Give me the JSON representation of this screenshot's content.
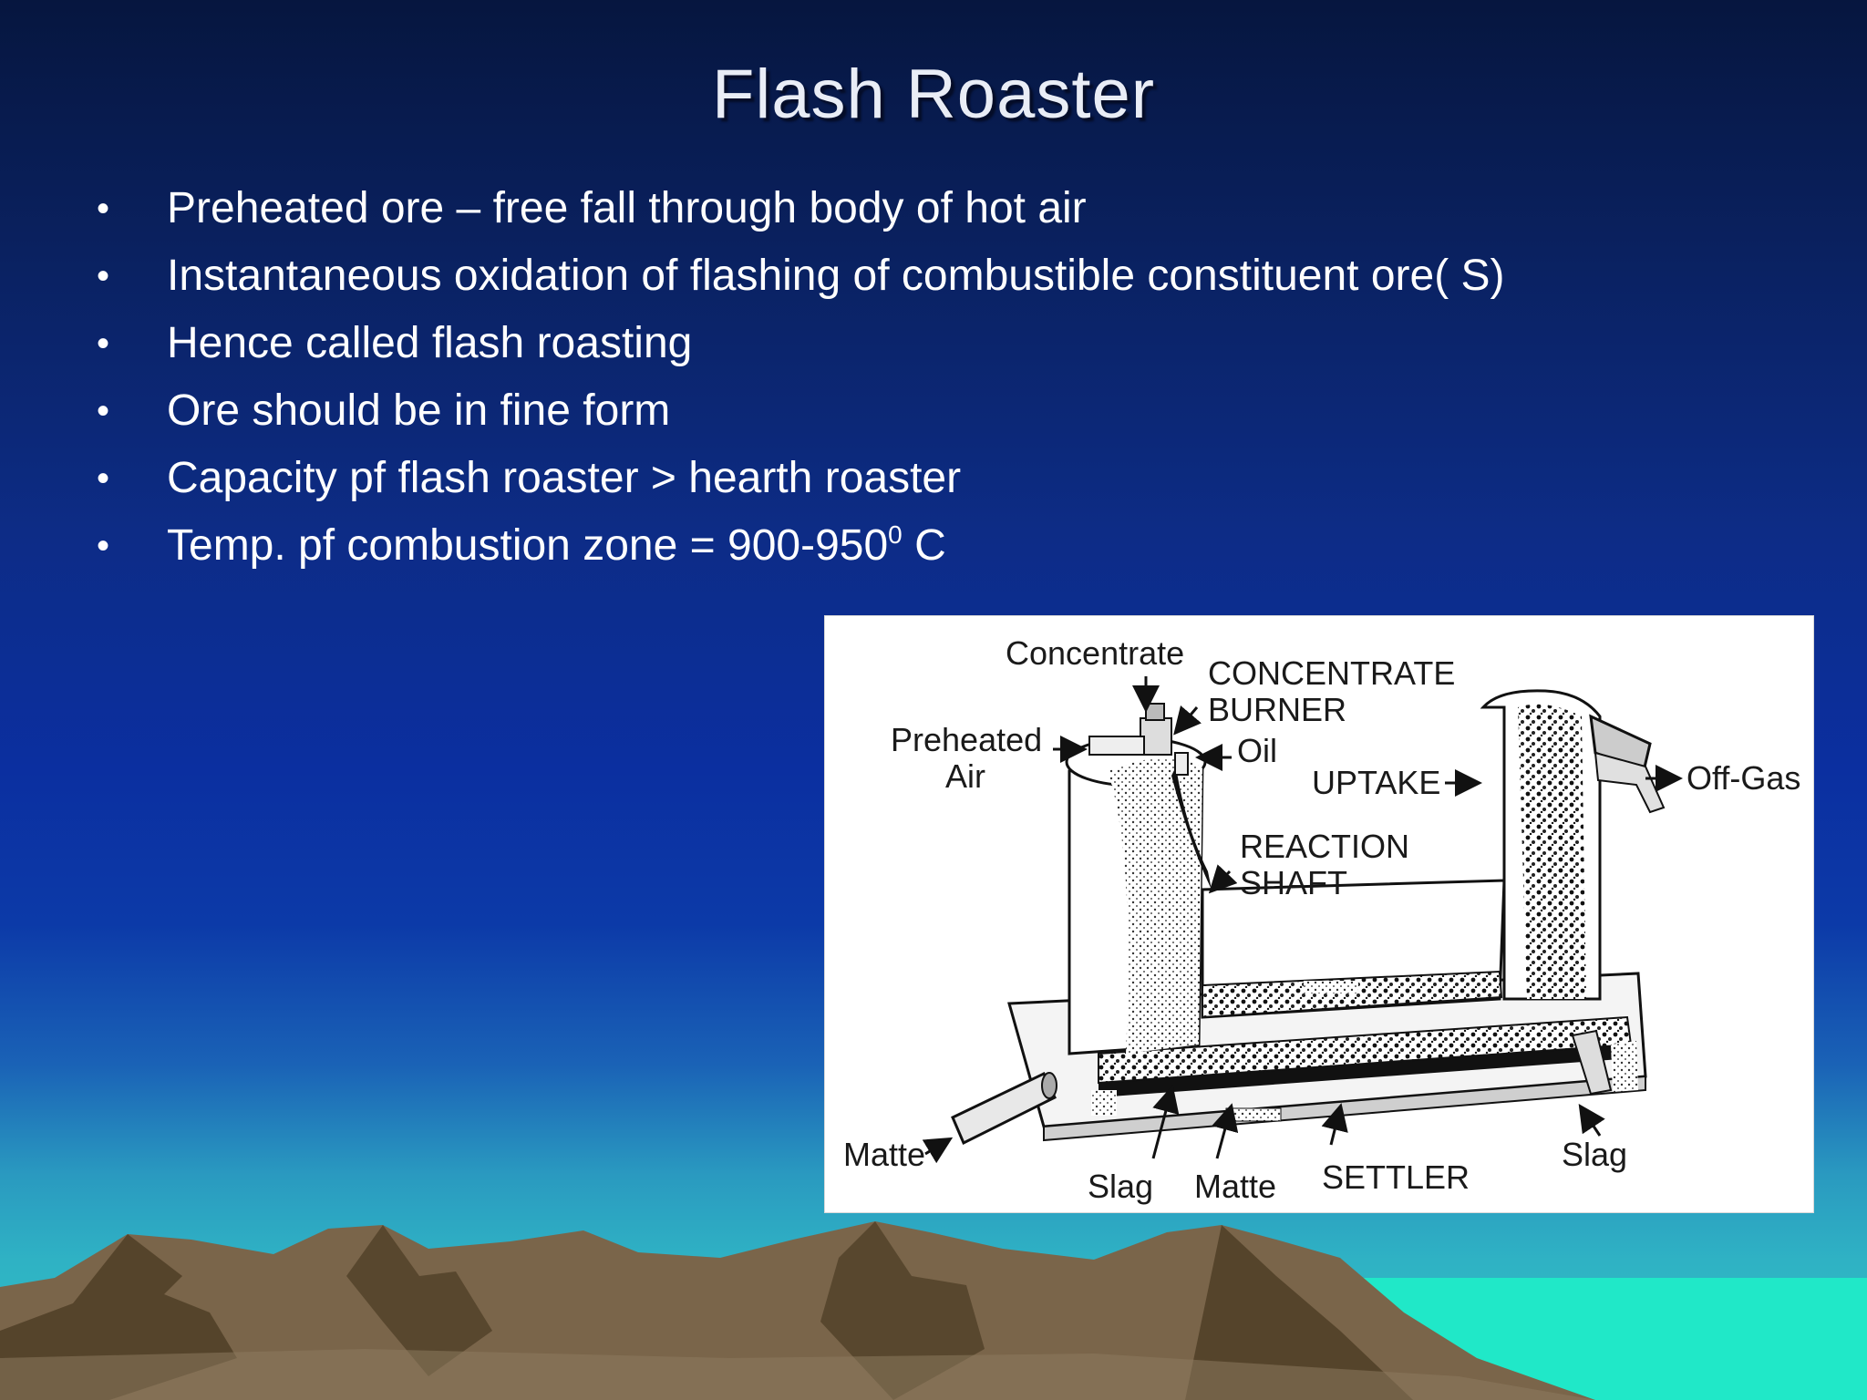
{
  "slide": {
    "title": "Flash Roaster",
    "bullets": [
      {
        "text": "Preheated ore – free fall through  body of hot air"
      },
      {
        "text": "Instantaneous oxidation of flashing of combustible constituent ore( S)"
      },
      {
        "text": "Hence called flash  roasting"
      },
      {
        "text": "Ore should be in fine form"
      },
      {
        "text": "Capacity pf flash roaster > hearth roaster"
      },
      {
        "text": "Temp. pf combustion zone = 900-950",
        "superscript": "0",
        "suffix": " C"
      }
    ],
    "bullet_symbol": "•"
  },
  "diagram": {
    "labels": {
      "concentrate": "Concentrate",
      "concentrate_burner_1": "CONCENTRATE",
      "concentrate_burner_2": "BURNER",
      "preheated": "Preheated",
      "air": "Air",
      "oil": "Oil",
      "uptake": "UPTAKE",
      "off_gas": "Off-Gas",
      "reaction": "REACTION",
      "shaft": "SHAFT",
      "matte_left": "Matte",
      "slag_bottom": "Slag",
      "matte_bottom": "Matte",
      "settler": "SETTLER",
      "slag_right": "Slag"
    }
  },
  "colors": {
    "background_top": "#06163f",
    "background_mid": "#0b2fa0",
    "background_bottom": "#2ec0c6",
    "mountain": "#7a654a",
    "mountain_shadow": "#4a3a22",
    "sea": "#20e8c8",
    "title_text": "#e9edf6",
    "body_text": "#ffffff"
  }
}
